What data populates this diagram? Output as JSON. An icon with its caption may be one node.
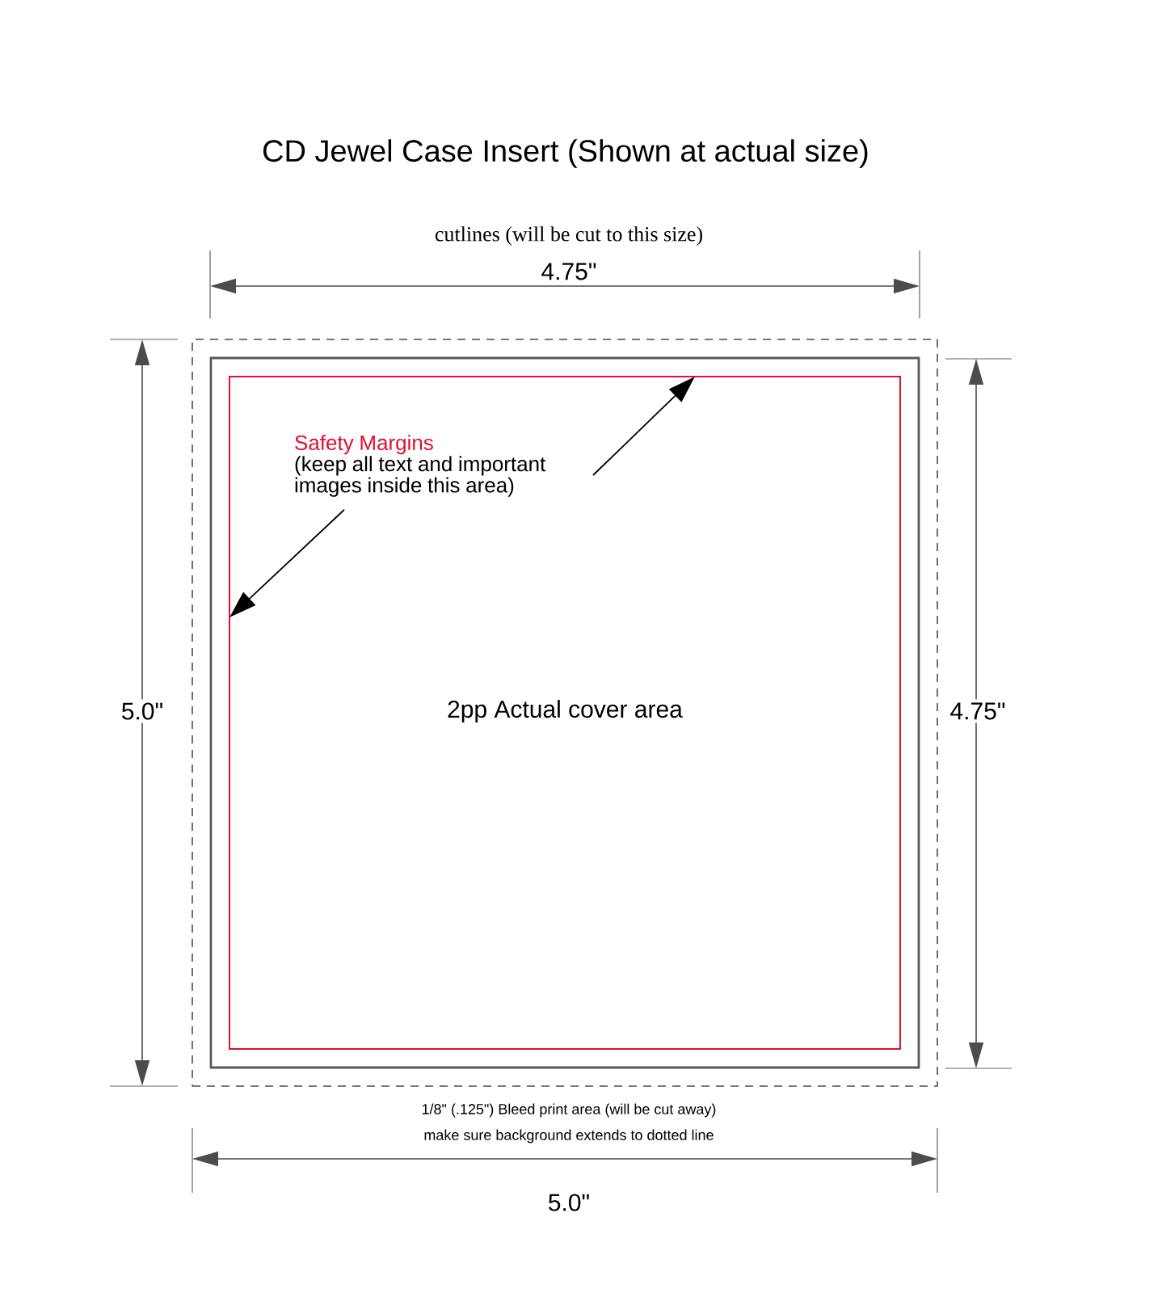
{
  "diagram": {
    "title": "CD Jewel Case Insert (Shown at actual size)",
    "nodes": [
      {
        "text": [],
        "shape": "box",
        "beside": [
          "1/8\" (.125\") Bleed print area (will be cut away)",
          "make sure background extends to dotted line"
        ]
      },
      {
        "text": [],
        "shape": "box",
        "in": 0
      },
      {
        "text": [
          "2pp Actual cover area"
        ],
        "in": 1
      },
      {
        "text": [
          "Safety Margins",
          "(keep all text and important images inside this area)"
        ],
        "in": 2
      }
    ],
    "edges": [
      {
        "from": 3,
        "to": 2,
        "arrow": "to"
      },
      {
        "from": 3,
        "to": 2,
        "arrow": "to"
      }
    ],
    "labels": [
      "cutlines (will be cut to this size)",
      "4.75\"",
      "5.0\"",
      "4.75\"",
      "5.0\""
    ]
  }
}
